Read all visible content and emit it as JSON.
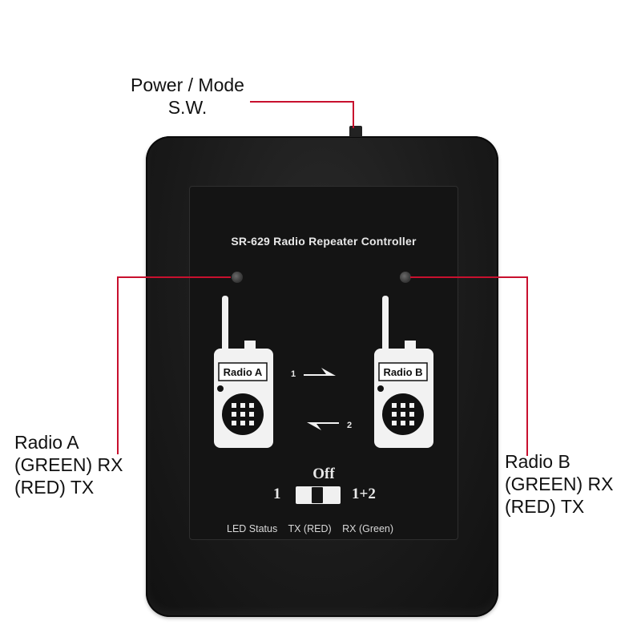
{
  "annotations": {
    "power": [
      "Power / Mode",
      "S.W."
    ],
    "radio_a": [
      "Radio A",
      "(GREEN) RX",
      "(RED) TX"
    ],
    "radio_b": [
      "Radio B",
      "(GREEN) RX",
      "(RED) TX"
    ]
  },
  "device": {
    "title": "SR-629 Radio Repeater Controller",
    "radio_a_label": "Radio A",
    "radio_b_label": "Radio B",
    "arrow_1": "1",
    "arrow_2": "2",
    "selector": {
      "off": "Off",
      "left": "1",
      "right": "1+2"
    },
    "legend": {
      "led_status": "LED Status",
      "tx": "TX (RED)",
      "rx": "RX (Green)"
    }
  },
  "colors": {
    "leader_line": "#c8102e",
    "housing": "#1a1a1a",
    "print": "#e8e8e8"
  },
  "icons": [
    "radio-handset-icon",
    "arrow-right-icon",
    "arrow-left-icon"
  ]
}
